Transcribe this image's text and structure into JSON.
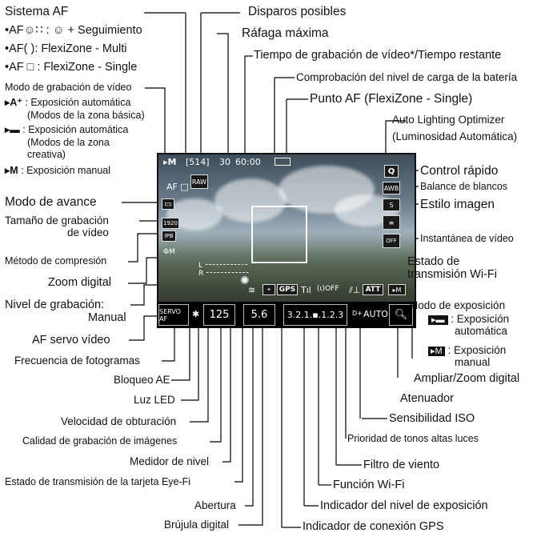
{
  "screen": {
    "shots": "[514]",
    "burst": "30",
    "time": "60:00",
    "iso_auto": "AUTO",
    "shutter": "125",
    "aperture": "5.6",
    "exposure_scale": "3.2.1.▪.1.2.3",
    "gps": "GPS",
    "att": "ATT",
    "q": "Q",
    "awb": "AWB",
    "raw": "RAW",
    "af_box": "AF □"
  },
  "left": {
    "af_title": "Sistema AF",
    "af1": "•AF☺∷ : ☺ + Seguimiento",
    "af2": "•AF( ): FlexiZone - Multi",
    "af3": "•AF □ : FlexiZone - Single",
    "video_mode_title": "Modo de grabación de vídeo",
    "vm1_a": ": Exposición automática",
    "vm1_b": "(Modos de la zona básica)",
    "vm2_a": ": Exposición automática",
    "vm2_b": "(Modos de la zona",
    "vm2_c": "creativa)",
    "vm3": ": Exposición manual",
    "drive": "Modo de avance",
    "size_a": "Tamaño de grabación",
    "size_b": "de vídeo",
    "compression": "Método de compresión",
    "zoom": "Zoom digital",
    "rec_a": "Nivel de grabación:",
    "rec_b": "Manual",
    "servo": "AF servo vídeo",
    "fps": "Frecuencia de fotogramas",
    "ae_lock": "Bloqueo AE",
    "led": "Luz LED",
    "shutter_speed": "Velocidad de obturación",
    "quality": "Calidad de grabación de imágenes",
    "meter": "Medidor de nivel",
    "eyefi": "Estado de transmisión de la tarjeta Eye-Fi",
    "aperture": "Abertura",
    "compass": "Brújula digital"
  },
  "top": {
    "shots": "Disparos posibles",
    "burst": "Ráfaga máxima",
    "rec_time": "Tiempo de grabación de vídeo*/Tiempo restante",
    "battery": "Comprobación del nivel de carga de la batería",
    "af_point": "Punto AF (FlexiZone - Single)",
    "alo_a": "Auto Lighting Optimizer",
    "alo_b": "(Luminosidad Automática)"
  },
  "right": {
    "quick": "Control rápido",
    "wb": "Balance de blancos",
    "style": "Estilo imagen",
    "snapshot": "Instantánea de vídeo",
    "wifi_a": "Estado de",
    "wifi_b": "transmisión Wi-Fi",
    "exp_mode": "Modo de exposición",
    "em1_a": ": Exposición",
    "em1_b": "automática",
    "em2_a": ": Exposición",
    "em2_b": "manual",
    "zoom_mag": "Ampliar/Zoom digital",
    "attenuator": "Atenuador",
    "iso": "Sensibilidad ISO",
    "htp": "Prioridad de tonos altas luces",
    "wind": "Filtro de viento",
    "wifi_func": "Función Wi-Fi",
    "exp_level": "Indicador del nivel de exposición",
    "gps_conn": "Indicador de conexión GPS"
  },
  "colors": {
    "lcd": "#000000",
    "line": "#000000",
    "af_frame": "#ffffff"
  }
}
